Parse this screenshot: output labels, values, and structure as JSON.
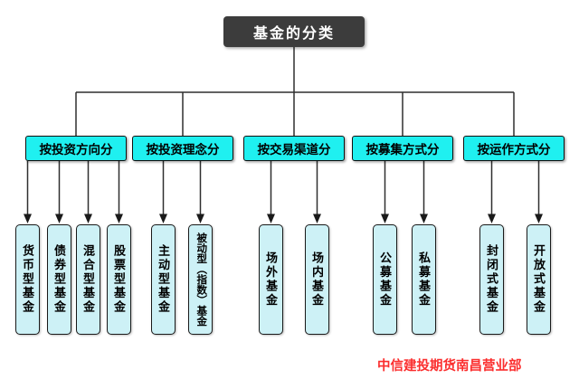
{
  "page": {
    "title": "基金的分类",
    "watermark": "中信建投期货南昌营业部"
  },
  "colors": {
    "root_bg": "#3c3c3c",
    "root_text": "#ffffff",
    "category_bg": "#1ff0f0",
    "leaf_bg": "#cdf1f6",
    "line": "#2f2f2f",
    "watermark_red": "#fb2e2e",
    "background": "#ffffff"
  },
  "groups": [
    {
      "label": "按投资方向分",
      "children": [
        "货币型基金",
        "债券型基金",
        "混合型基金",
        "股票型基金"
      ]
    },
    {
      "label": "按投资理念分",
      "children": [
        "主动型基金",
        "被动型（指数）基金"
      ]
    },
    {
      "label": "按交易渠道分",
      "children": [
        "场外基金",
        "场内基金"
      ]
    },
    {
      "label": "按募集方式分",
      "children": [
        "公募基金",
        "私募基金"
      ]
    },
    {
      "label": "按运作方式分",
      "children": [
        "封闭式基金",
        "开放式基金"
      ]
    }
  ]
}
